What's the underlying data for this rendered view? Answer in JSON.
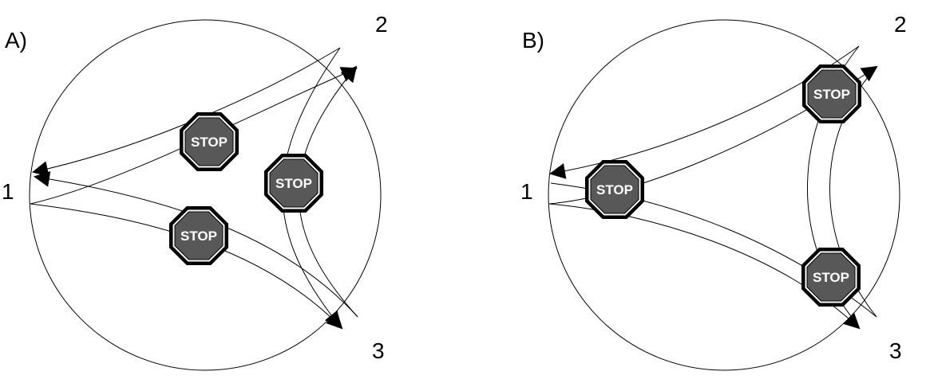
{
  "panel_a": {
    "title": "A)",
    "nodes": {
      "n1": "1",
      "n2": "2",
      "n3": "3"
    },
    "signs": [
      "STOP",
      "STOP",
      "STOP"
    ]
  },
  "panel_b": {
    "title": "B)",
    "nodes": {
      "n1": "1",
      "n2": "2",
      "n3": "3"
    },
    "signs": [
      "STOP",
      "STOP",
      "STOP"
    ]
  },
  "colors": {
    "sign_fill": "#585858",
    "sign_text": "#ffffff",
    "line": "#000000"
  }
}
